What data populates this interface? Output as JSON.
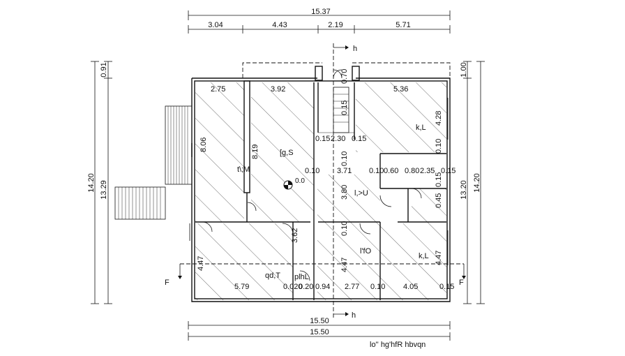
{
  "drawing": {
    "title": "lo'' hg'hfR hbvqn",
    "top_dims": {
      "overall": "15.37",
      "segments": [
        "3.04",
        "4.43",
        "2.19",
        "5.71"
      ]
    },
    "bottom_dims": [
      "15.50",
      "15.50"
    ],
    "left_dims": {
      "outer": "14.20",
      "inner": "13.29",
      "top_small": "0.91"
    },
    "right_dims": {
      "outer": "14.20",
      "inner": "13.20",
      "top_small": "1.00"
    },
    "section_marks": {
      "h_top": "h",
      "h_bottom": "h",
      "f_left": "F",
      "f_right": "F"
    },
    "room_labels": {
      "left_room": "t\\;M",
      "main_room": "[g,S",
      "right_top": "k,L",
      "center": "l,>U",
      "center_lower": "l'fO",
      "right_lower": "k,L",
      "bottom_left": "qd,T",
      "bottom_small": "plhL"
    },
    "interior_dims": {
      "d_275": "2.75",
      "d_392": "3.92",
      "d_536": "5.36",
      "d_806": "8.06",
      "d_819": "8.19",
      "d_428": "4.28",
      "d_015a": "0.15",
      "d_230": "2.30",
      "d_015b": "0.15",
      "d_010a": "0.10",
      "d_371": "3.71",
      "d_010b": "0.10",
      "d_060": "0.60",
      "d_080": "0.80",
      "d_235": "2.35",
      "d_015c": "0.15",
      "d_380": "3.80",
      "d_00": "0.0",
      "d_447a": "4.47",
      "d_447b": "4.47",
      "d_447c": "4.47",
      "d_579": "5.79",
      "d_020": "0.020",
      "d_020b": "0.20",
      "d_094": "0.94",
      "d_277": "2.77",
      "d_010c": "0.10",
      "d_405": "4.05",
      "d_015d": "0.15",
      "d_070": "0.70",
      "d_010v1": "0.10",
      "d_010v2": "0.10",
      "d_015v": "0.15",
      "d_362": "3.62",
      "d_0457": "0.45",
      "d_vs": "0.10",
      "d_15v": "0.15"
    }
  }
}
